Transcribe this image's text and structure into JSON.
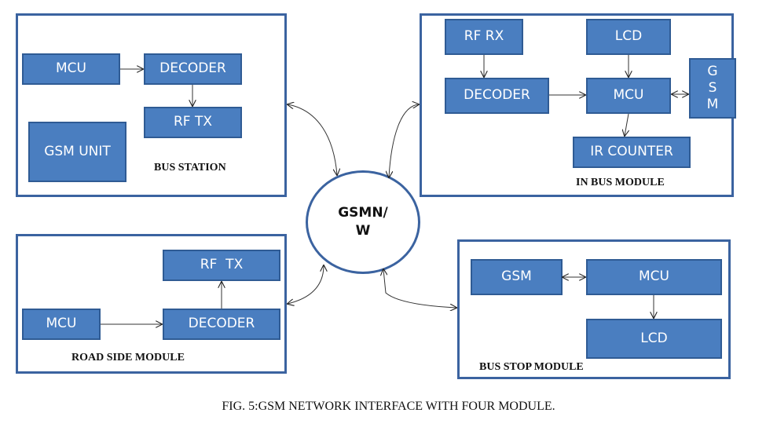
{
  "hub": {
    "label": "GSMN/\nW"
  },
  "modules": {
    "bus_station": {
      "label": "BUS STATION",
      "blocks": {
        "mcu": "MCU",
        "decoder": "DECODER",
        "rf_tx": "RF TX",
        "gsm_unit": "GSM UNIT"
      }
    },
    "in_bus": {
      "label": "IN BUS MODULE",
      "blocks": {
        "rf_rx": "RF RX",
        "lcd": "LCD",
        "decoder": "DECODER",
        "mcu": "MCU",
        "gsm": "G\nS\nM",
        "ir_counter": "IR COUNTER"
      }
    },
    "road_side": {
      "label": "ROAD SIDE MODULE",
      "blocks": {
        "rf_tx": "RF  TX",
        "mcu": "MCU",
        "decoder": "DECODER"
      }
    },
    "bus_stop": {
      "label": "BUS STOP MODULE",
      "blocks": {
        "gsm": "GSM",
        "mcu": "MCU",
        "lcd": "LCD"
      }
    }
  },
  "connections": [
    {
      "from": "bus_station.mcu",
      "to": "bus_station.decoder",
      "type": "one-way"
    },
    {
      "from": "bus_station.decoder",
      "to": "bus_station.rf_tx",
      "type": "one-way"
    },
    {
      "from": "in_bus.rf_rx",
      "to": "in_bus.decoder",
      "type": "one-way"
    },
    {
      "from": "in_bus.decoder",
      "to": "in_bus.mcu",
      "type": "one-way"
    },
    {
      "from": "in_bus.lcd",
      "to": "in_bus.mcu",
      "type": "one-way"
    },
    {
      "from": "in_bus.mcu",
      "to": "in_bus.gsm",
      "type": "two-way"
    },
    {
      "from": "in_bus.mcu",
      "to": "in_bus.ir_counter",
      "type": "one-way"
    },
    {
      "from": "road_side.mcu",
      "to": "road_side.decoder",
      "type": "one-way"
    },
    {
      "from": "road_side.decoder",
      "to": "road_side.rf_tx",
      "type": "one-way"
    },
    {
      "from": "bus_stop.gsm",
      "to": "bus_stop.mcu",
      "type": "two-way"
    },
    {
      "from": "bus_stop.mcu",
      "to": "bus_stop.lcd",
      "type": "one-way"
    },
    {
      "from": "hub",
      "to": "bus_station",
      "type": "two-way"
    },
    {
      "from": "hub",
      "to": "in_bus",
      "type": "two-way"
    },
    {
      "from": "hub",
      "to": "road_side",
      "type": "two-way"
    },
    {
      "from": "hub",
      "to": "bus_stop",
      "type": "two-way"
    }
  ],
  "caption": "FIG. 5:GSM NETWORK INTERFACE WITH FOUR MODULE."
}
